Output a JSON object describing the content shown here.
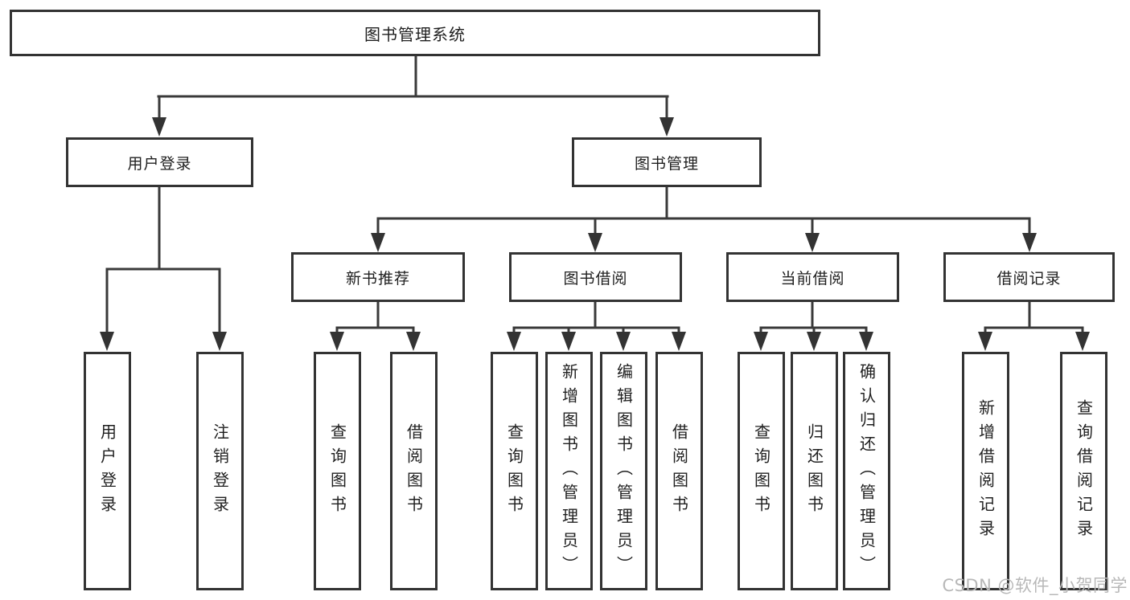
{
  "diagram": {
    "title": "图书管理系统",
    "children": [
      {
        "label": "用户登录",
        "children": [
          {
            "label": "用户登录"
          },
          {
            "label": "注销登录"
          }
        ]
      },
      {
        "label": "图书管理",
        "children": [
          {
            "label": "新书推荐",
            "children": [
              {
                "label": "查询图书"
              },
              {
                "label": "借阅图书"
              }
            ]
          },
          {
            "label": "图书借阅",
            "children": [
              {
                "label": "查询图书"
              },
              {
                "label": "新增图书（管理员）"
              },
              {
                "label": "编辑图书（管理员）"
              },
              {
                "label": "借阅图书"
              }
            ]
          },
          {
            "label": "当前借阅",
            "children": [
              {
                "label": "查询图书"
              },
              {
                "label": "归还图书"
              },
              {
                "label": "确认归还（管理员）"
              }
            ]
          },
          {
            "label": "借阅记录",
            "children": [
              {
                "label": "新增借阅记录"
              },
              {
                "label": "查询借阅记录"
              }
            ]
          }
        ]
      }
    ]
  },
  "watermark": {
    "text": "CSDN @软件_小贺同学"
  },
  "colors": {
    "line": "#3a3a3a",
    "border": "#333333",
    "text": "#1f1f1f",
    "watermark": "#b8b8b8",
    "background": "#ffffff"
  }
}
